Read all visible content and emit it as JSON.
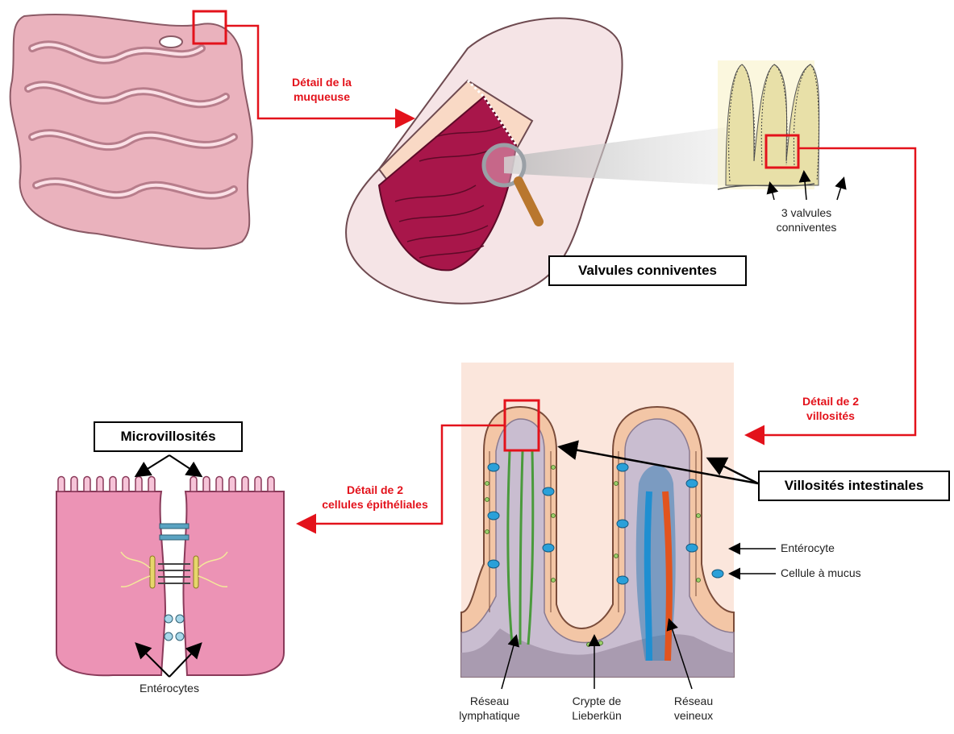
{
  "labels": {
    "detail_muqueuse_l1": "Détail de la",
    "detail_muqueuse_l2": "muqueuse",
    "valvules_count_l1": "3 valvules",
    "valvules_count_l2": "conniventes",
    "valvules_title": "Valvules conniventes",
    "detail_villosites_l1": "Détail de 2",
    "detail_villosites_l2": "villosités",
    "detail_cellules_l1": "Détail de 2",
    "detail_cellules_l2": "cellules épithéliales",
    "microvillosites": "Microvillosités",
    "villosites_intestinales": "Villosités intestinales",
    "enterocyte": "Entérocyte",
    "cellule_mucus": "Cellule à mucus",
    "enterocytes": "Entérocytes",
    "reseau_lymph_l1": "Réseau",
    "reseau_lymph_l2": "lymphatique",
    "crypte_l1": "Crypte de",
    "crypte_l2": "Lieberkün",
    "reseau_vein_l1": "Réseau",
    "reseau_vein_l2": "veineux"
  },
  "colors": {
    "highlight": "#e3121b",
    "intestine": "#eab2bd",
    "mucosa": "#a8164a",
    "villus_bg": "#fbe6dc",
    "lymph": "#4a9a3c",
    "vein_blue": "#1f8fd1",
    "vein_red": "#e2541e"
  }
}
